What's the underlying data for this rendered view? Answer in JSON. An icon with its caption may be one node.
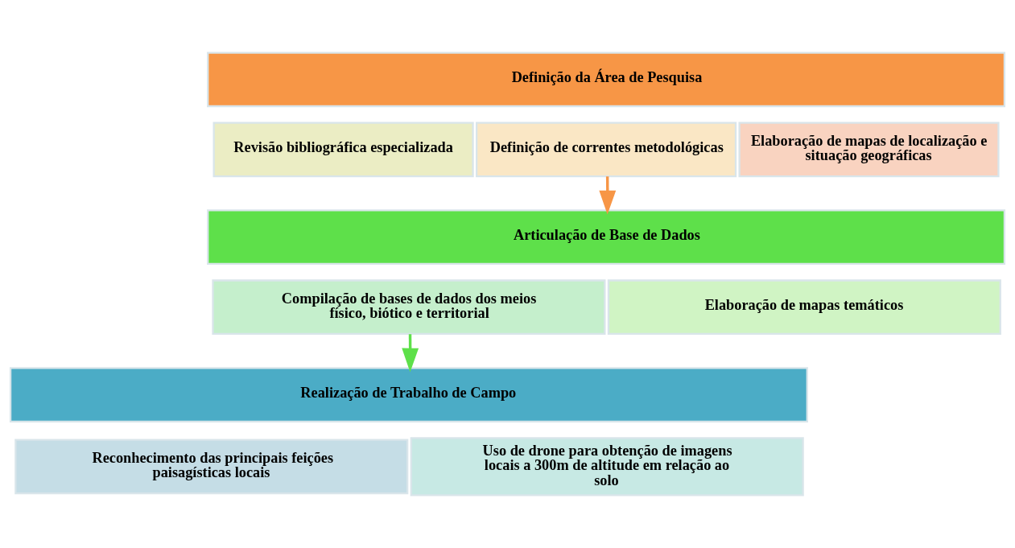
{
  "diagram": {
    "nodes": [
      {
        "text": [
          "Definição da Área de Pesquisa"
        ]
      },
      {
        "text": [
          "Revisão bibliográfica especializada"
        ]
      },
      {
        "text": [
          "Definição de correntes metodológicas"
        ]
      },
      {
        "text": [
          "Elaboração de mapas de localização e situação geográficas"
        ]
      },
      {
        "text": [
          "Articulação de Base de Dados"
        ]
      },
      {
        "text": [
          "Compilação de bases de dados dos meios físico, biótico e territorial"
        ]
      },
      {
        "text": [
          "Elaboração de mapas temáticos"
        ]
      },
      {
        "text": [
          "Realização de Trabalho de Campo"
        ]
      },
      {
        "text": [
          "Reconhecimento das principais feições paisagísticas locais"
        ]
      },
      {
        "text": [
          "Uso de drone para obtenção de imagens locais a 300m de altitude em relação ao solo"
        ]
      }
    ],
    "edges": [
      {
        "from": 2,
        "to": 4,
        "arrow": "to",
        "color": "#f79646"
      },
      {
        "from": 5,
        "to": 7,
        "arrow": "to",
        "color": "#5ee04a"
      }
    ]
  }
}
